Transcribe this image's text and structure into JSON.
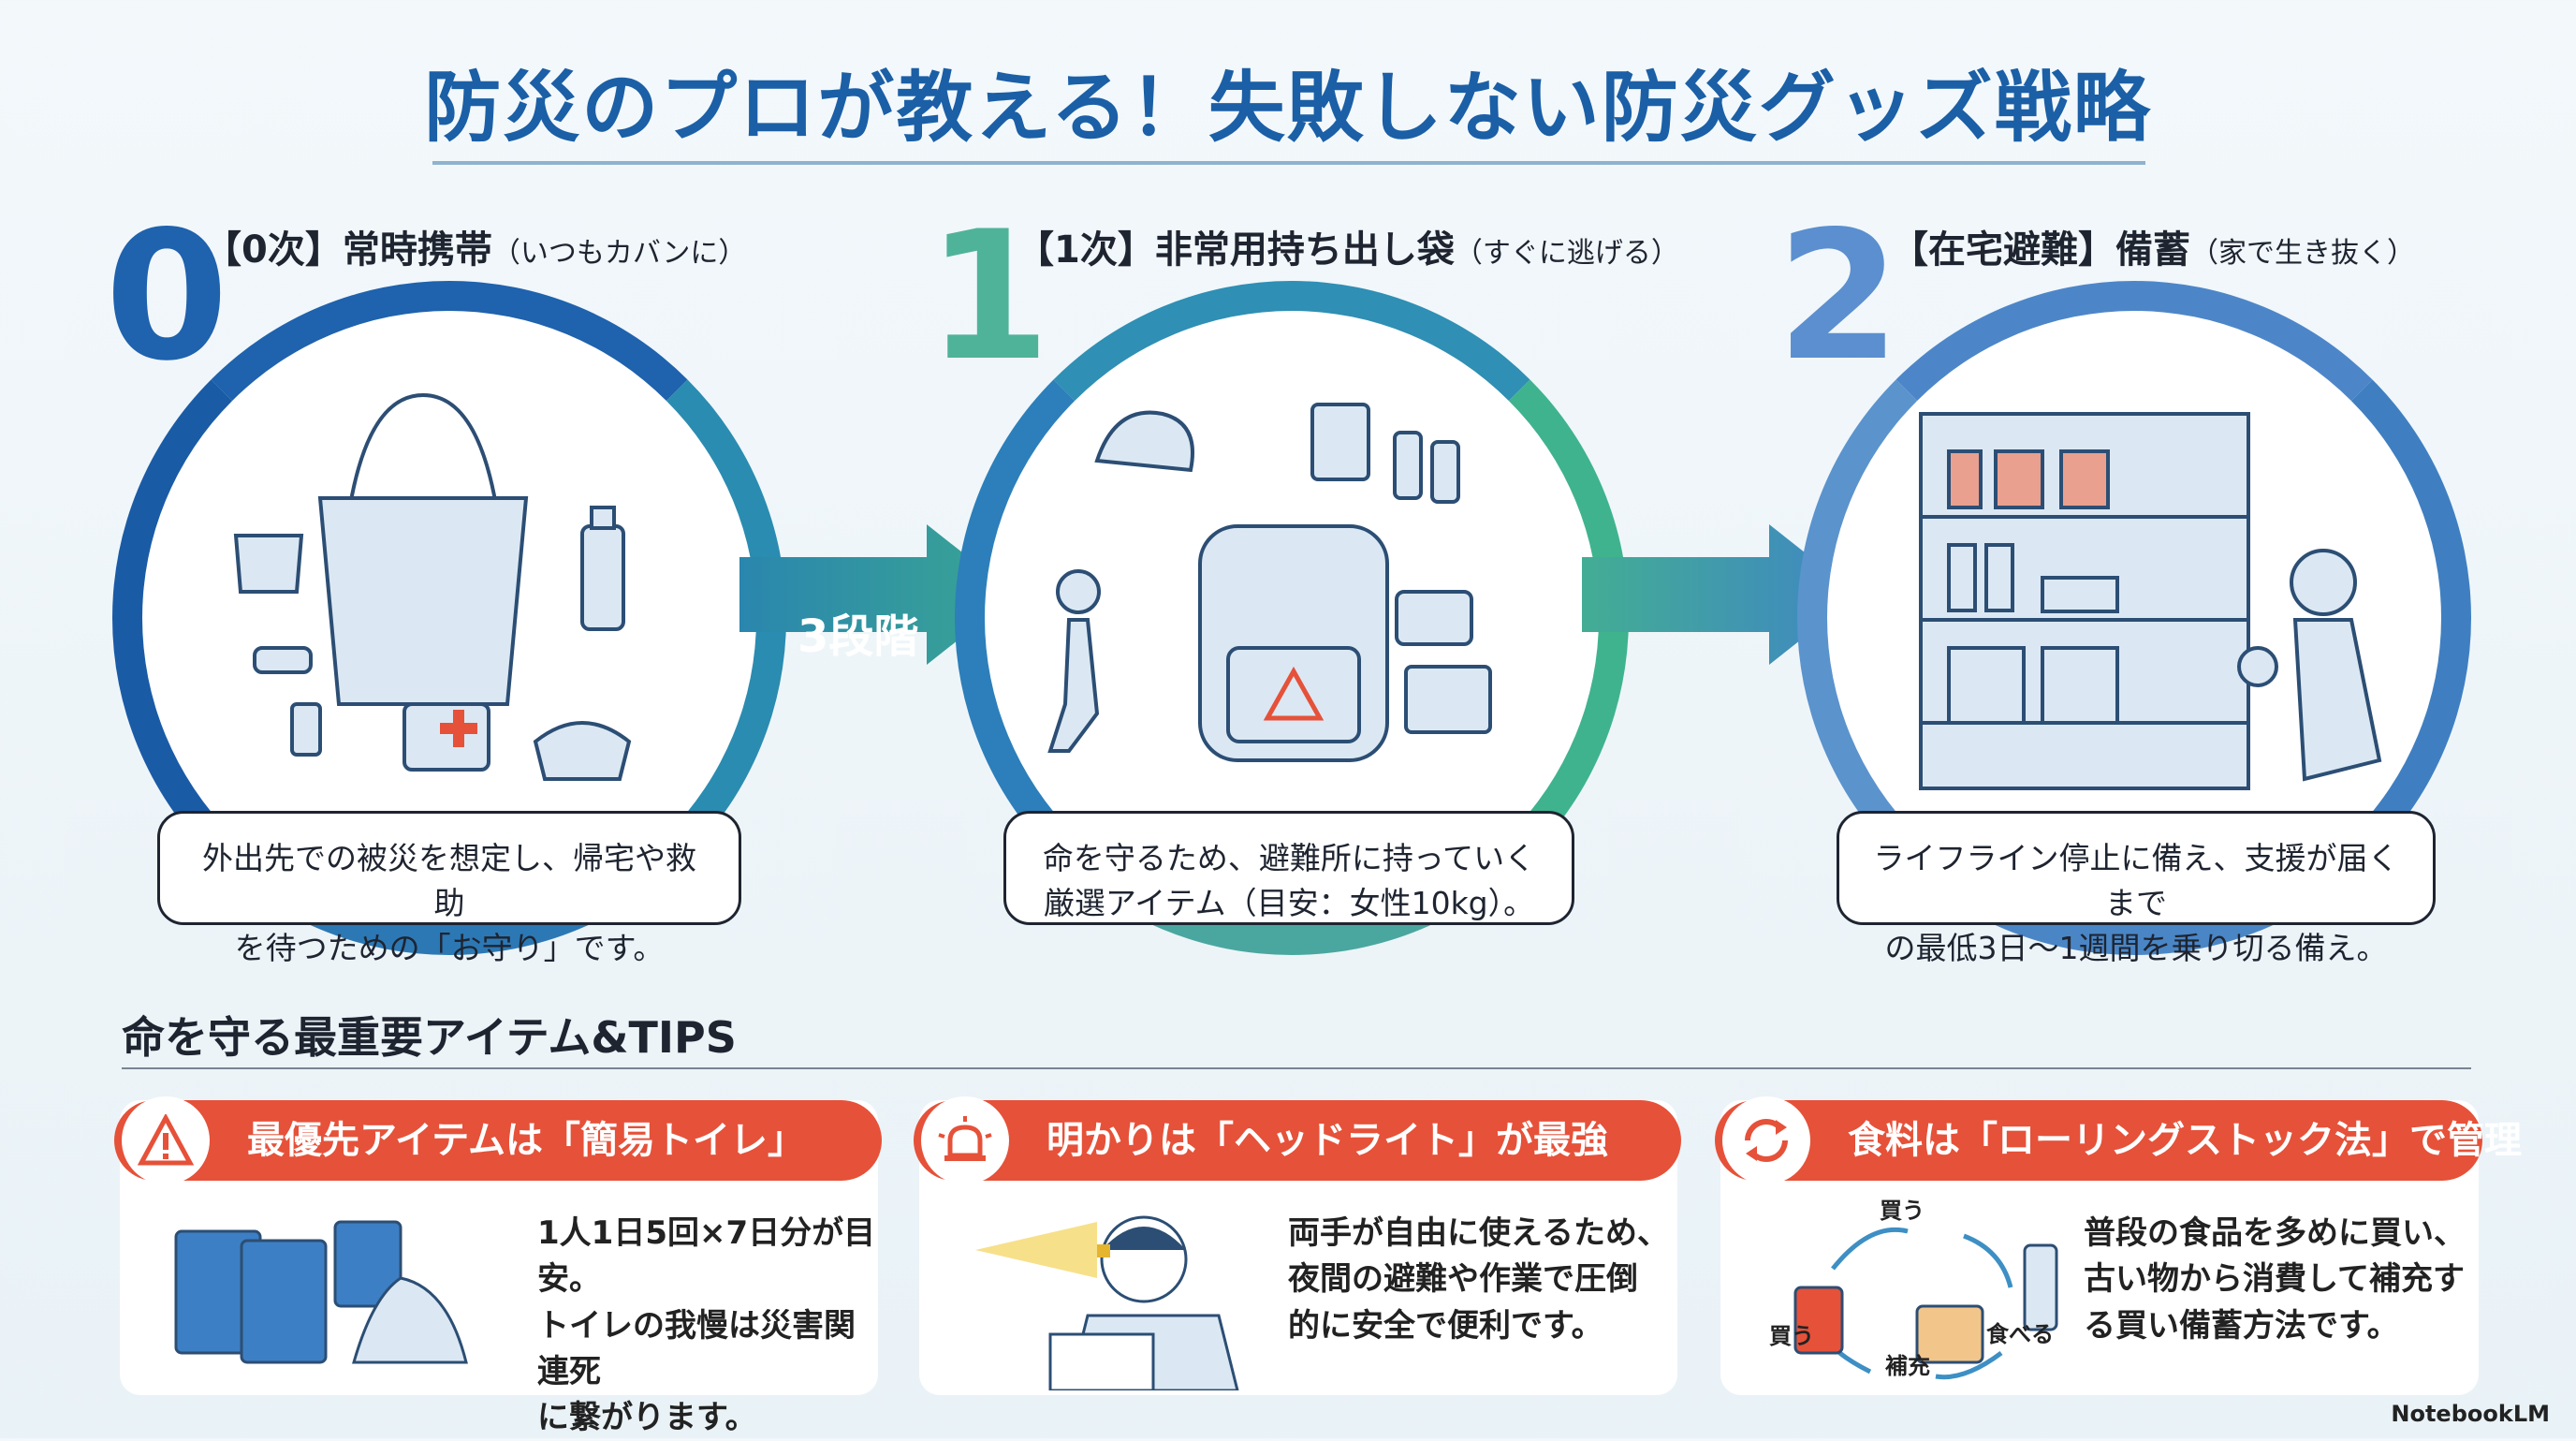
{
  "title": "防災のプロが教える！失敗しない防災グッズ戦略",
  "steps": [
    {
      "number": "0",
      "label": "【0次】常時携帯",
      "sub": "（いつもカバンに）",
      "color": "#1f62ad",
      "bubble": "外出先での被災を想定し、帰宅や救助\nを待つための「お守り」です。"
    },
    {
      "number": "1",
      "label": "【1次】非常用持ち出し袋",
      "sub": "（すぐに逃げる）",
      "color": "#4fb39a",
      "bubble": "命を守るため、避難所に持っていく\n厳選アイテム（目安：女性10kg）。"
    },
    {
      "number": "2",
      "label": "【在宅避難】備蓄",
      "sub": "（家で生き抜く）",
      "color": "#5b8fcf",
      "bubble": "ライフライン停止に備え、支援が届くまで\nの最低3日〜1週間を乗り切る備え。"
    }
  ],
  "arrow_label": "3段階",
  "section_title": "命を守る最重要アイテム&TIPS",
  "tips": [
    {
      "icon": "warning-icon",
      "heading": "最優先アイテムは「簡易トイレ」",
      "text": "1人1日5回×7日分が目安。\nトイレの我慢は災害関連死\nに繋がります。"
    },
    {
      "icon": "siren-icon",
      "heading": "明かりは「ヘッドライト」が最強",
      "text": "両手が自由に使えるため、\n夜間の避難や作業で圧倒\n的に安全で便利です。"
    },
    {
      "icon": "cycle-icon",
      "heading": "食料は「ローリングストック法」で管理",
      "text": "普段の食品を多めに買い、\n古い物から消費して補充す\nる買い備蓄方法です。"
    }
  ],
  "cycle_labels": {
    "top": "買う",
    "left": "買う",
    "bottom": "補充",
    "right": "食べる"
  },
  "brand": "NotebookLM",
  "colors": {
    "accent_red": "#e65139",
    "title_blue": "#1b5fa6"
  }
}
